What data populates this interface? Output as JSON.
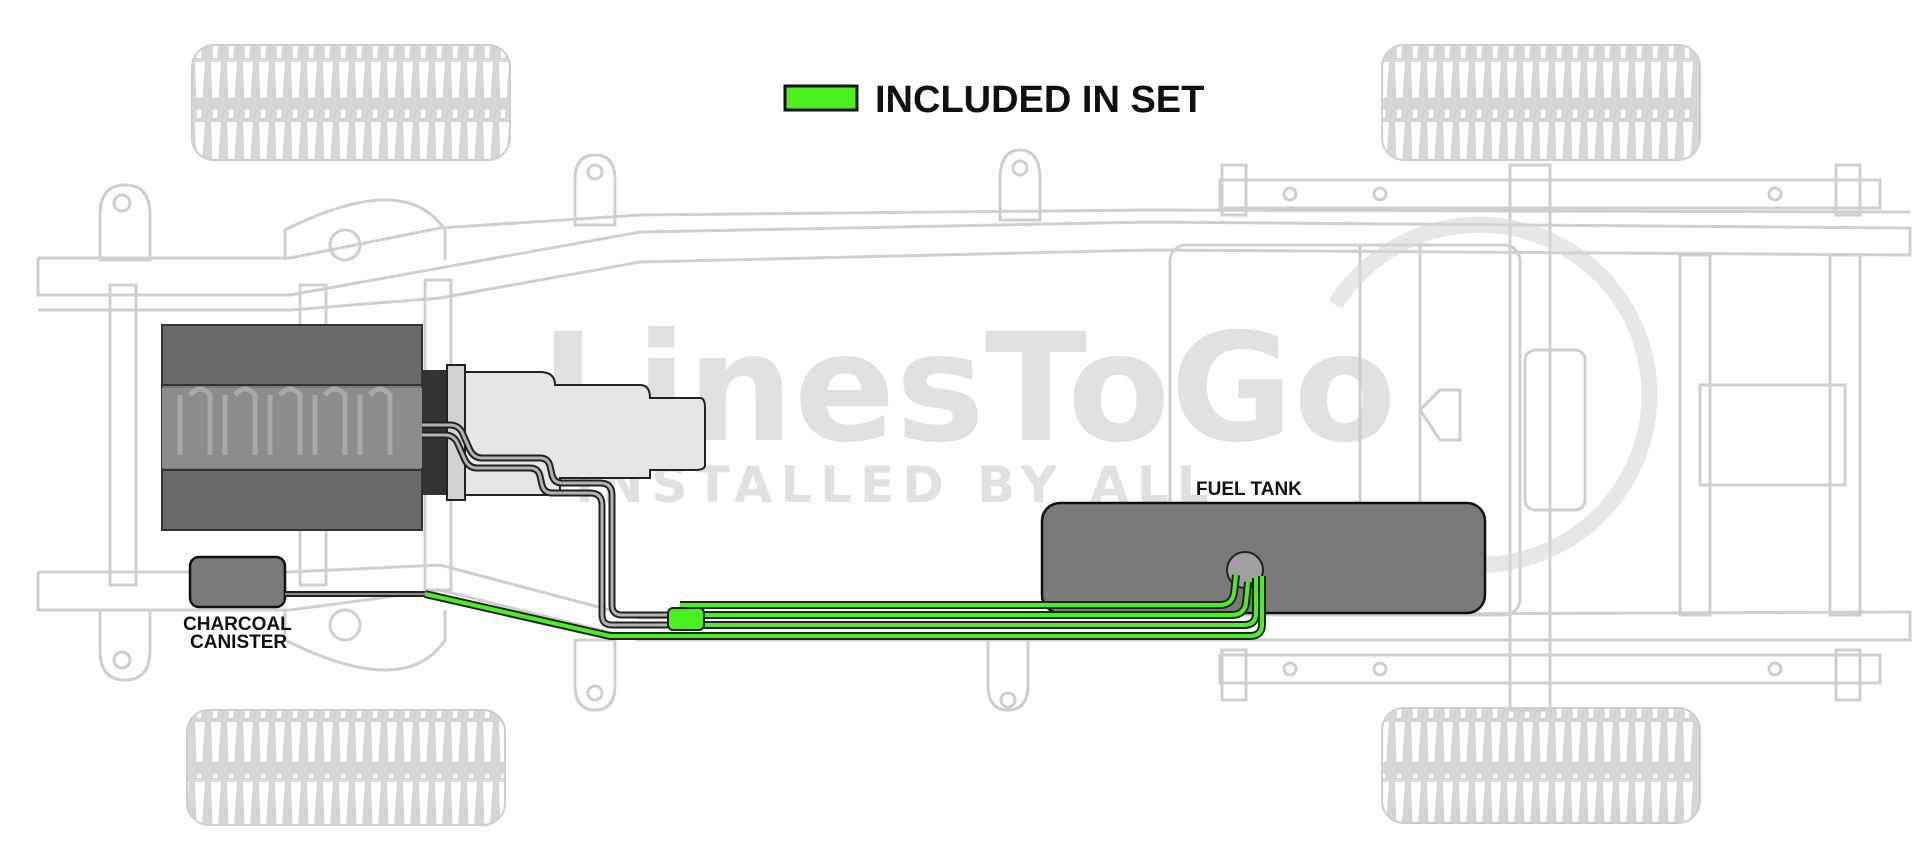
{
  "legend": {
    "label": "INCLUDED IN SET",
    "swatch_color": "#4cf021"
  },
  "labels": {
    "fuel_tank": "FUEL TANK",
    "charcoal_canister_line1": "CHARCOAL",
    "charcoal_canister_line2": "CANISTER"
  },
  "watermark": {
    "brand": "LinesToGo",
    "tagline": "INSTALLED BY ALL"
  },
  "colors": {
    "included_line": "#4cf021",
    "existing_line": "#777777",
    "frame_outline": "#cfcfcf",
    "component_fill": "#7a7a7a",
    "transmission_fill": "#e6e6e6"
  }
}
